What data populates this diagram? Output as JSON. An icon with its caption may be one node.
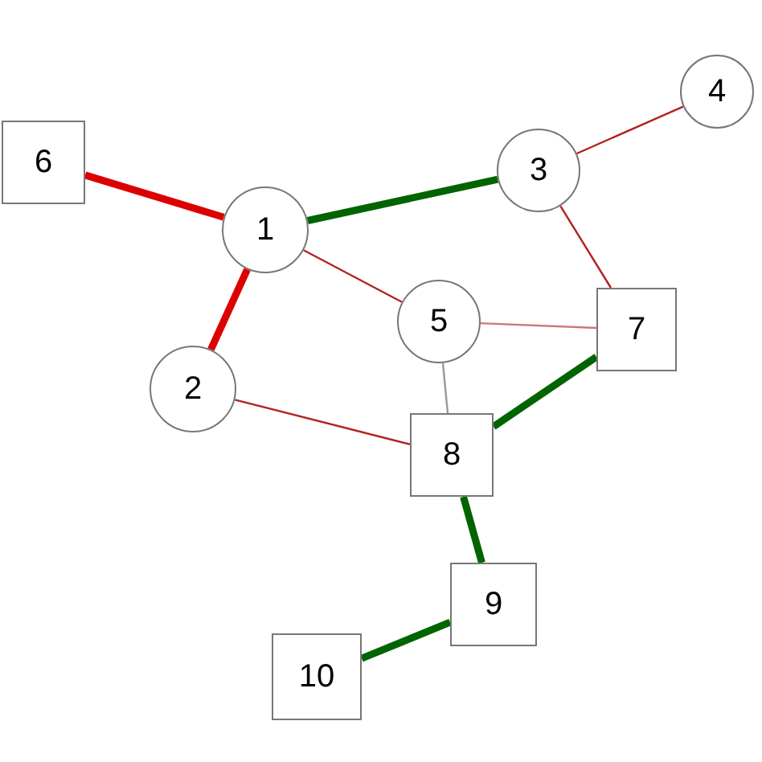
{
  "diagram": {
    "nodes": [
      {
        "text": [
          "1"
        ]
      },
      {
        "text": [
          "2"
        ]
      },
      {
        "text": [
          "3"
        ]
      },
      {
        "text": [
          "4"
        ]
      },
      {
        "text": [
          "5"
        ]
      },
      {
        "text": [
          "6"
        ]
      },
      {
        "text": [
          "7"
        ]
      },
      {
        "text": [
          "8"
        ]
      },
      {
        "text": [
          "9"
        ]
      },
      {
        "text": [
          "10"
        ]
      }
    ],
    "edges": [
      {
        "from": 5,
        "to": 0,
        "arrow": "none",
        "style": "thick",
        "color": "#dd0000"
      },
      {
        "from": 0,
        "to": 2,
        "arrow": "none",
        "style": "thick",
        "color": "#006400"
      },
      {
        "from": 0,
        "to": 1,
        "arrow": "none",
        "style": "thick",
        "color": "#dd0000"
      },
      {
        "from": 0,
        "to": 4,
        "arrow": "none",
        "color": "#b22222"
      },
      {
        "from": 2,
        "to": 3,
        "arrow": "none",
        "color": "#b22222"
      },
      {
        "from": 2,
        "to": 6,
        "arrow": "none",
        "color": "#b22222"
      },
      {
        "from": 4,
        "to": 6,
        "arrow": "none",
        "color": "#cc7777"
      },
      {
        "from": 4,
        "to": 7,
        "arrow": "none",
        "color": "#999999"
      },
      {
        "from": 1,
        "to": 7,
        "arrow": "none",
        "color": "#b22222"
      },
      {
        "from": 6,
        "to": 7,
        "arrow": "none",
        "style": "thick",
        "color": "#006400"
      },
      {
        "from": 7,
        "to": 8,
        "arrow": "none",
        "style": "thick",
        "color": "#006400"
      },
      {
        "from": 8,
        "to": 9,
        "arrow": "none",
        "style": "thick",
        "color": "#006400"
      }
    ]
  }
}
